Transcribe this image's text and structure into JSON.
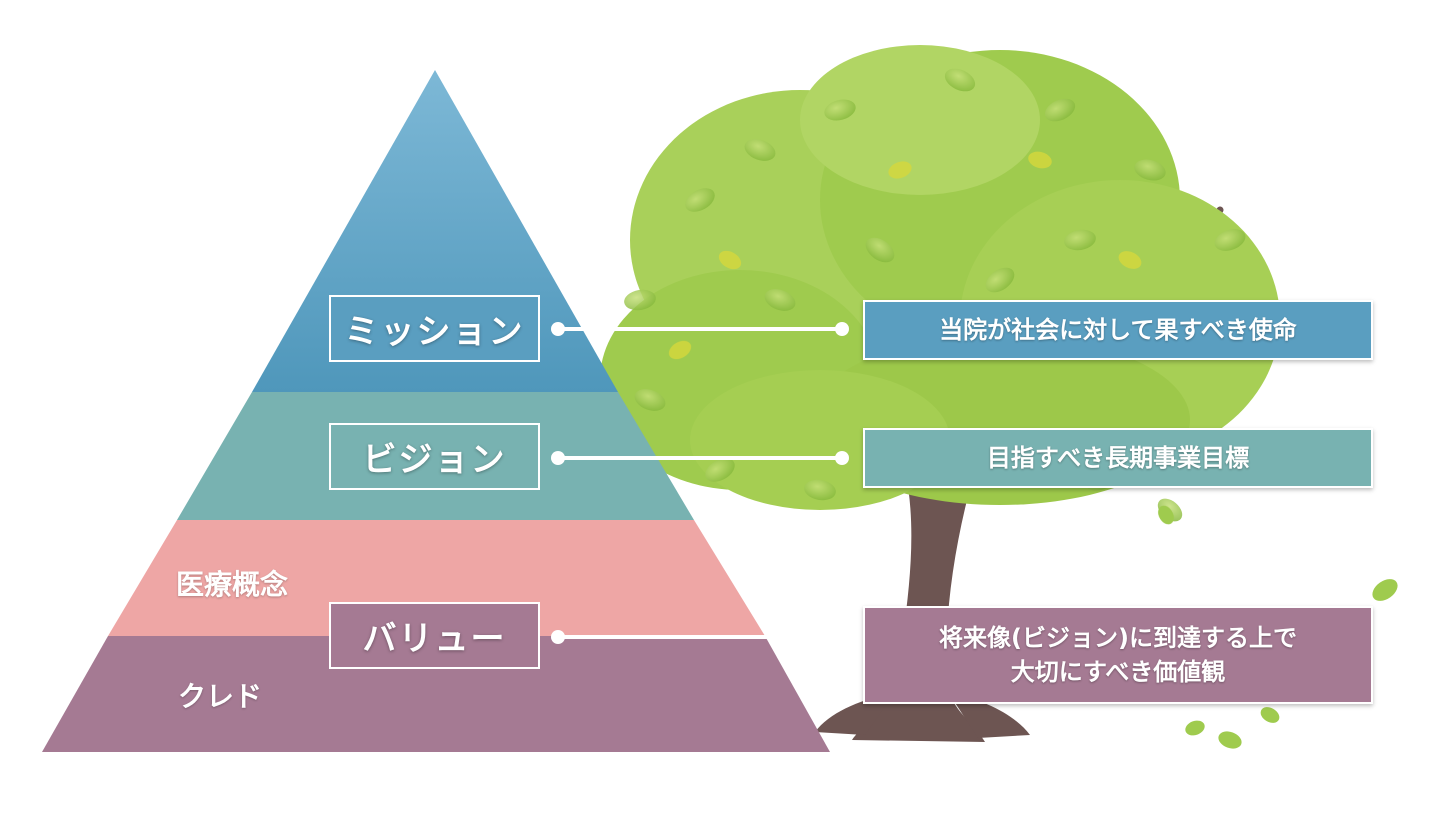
{
  "pyramid": {
    "mission_label": "ミッション",
    "vision_label": "ビジョン",
    "value_label": "バリュー",
    "medical_concept_label": "医療概念",
    "credo_label": "クレド"
  },
  "descriptions": {
    "mission": "当院が社会に対して果すべき使命",
    "vision": "目指すべき長期事業目標",
    "value_line1": "将来像(ビジョン)に到達する上で",
    "value_line2": "大切にすべき価値観"
  },
  "colors": {
    "mission": "#5fa3c4",
    "vision": "#78b2b1",
    "medical_concept": "#eea6a5",
    "credo": "#a57a93",
    "tree_trunk": "#6d5552",
    "leaf_green": "#9fcb4e"
  },
  "icons": {
    "tree": "tree-illustration"
  }
}
